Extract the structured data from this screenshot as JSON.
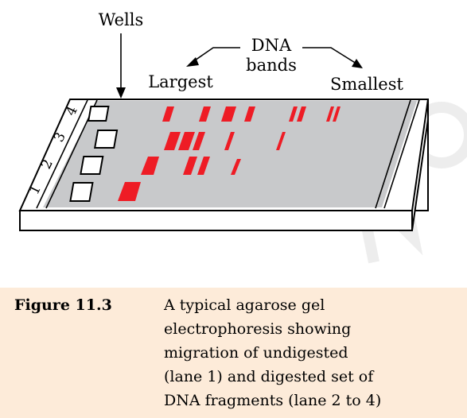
{
  "labels": {
    "wells": "Wells",
    "dna_bands_line1": "DNA",
    "dna_bands_line2": "bands",
    "largest": "Largest",
    "smallest": "Smallest"
  },
  "lanes": [
    {
      "number": "1"
    },
    {
      "number": "2"
    },
    {
      "number": "3"
    },
    {
      "number": "4"
    }
  ],
  "caption": {
    "number": "Figure 11.3",
    "lines": [
      "A typical agarose gel",
      "electrophoresis showing",
      "migration of undigested",
      "(lane 1) and digested set of",
      "DNA fragments (lane 2 to 4)"
    ]
  },
  "colors": {
    "band": "#ee1c25",
    "gel": "#c8c9cb",
    "caption_bg": "#fdebd9",
    "watermark": "#ececec"
  }
}
